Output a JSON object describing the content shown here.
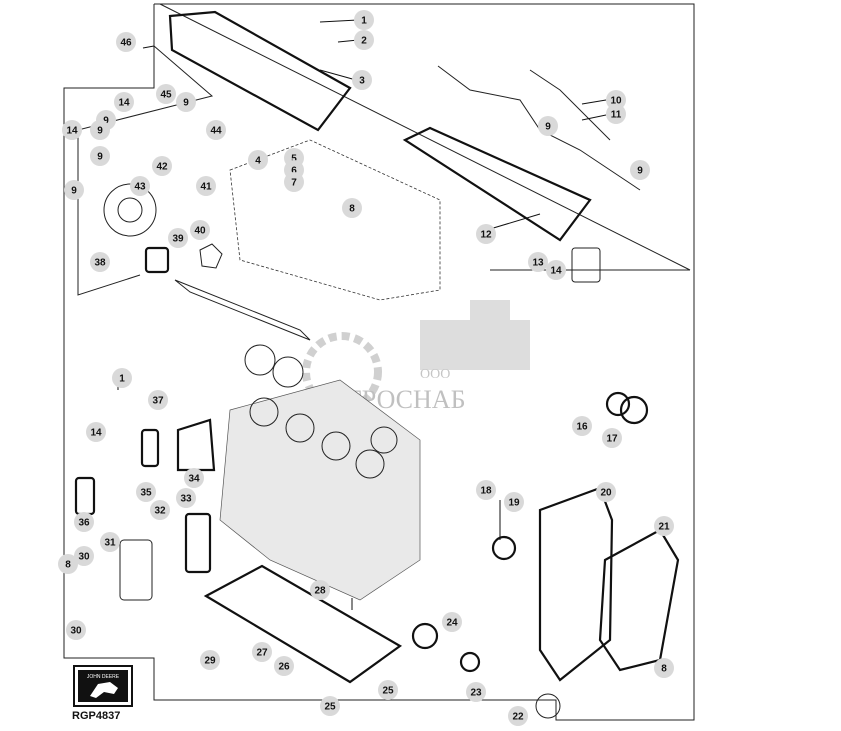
{
  "figure": {
    "reference_code": "RGP4837",
    "brand_logo_text": "JOHN DEERE",
    "watermark": {
      "company_prefix": "ООО",
      "company_name": "АГРОСНАБ"
    }
  },
  "callouts": [
    {
      "num": "1"
    },
    {
      "num": "2"
    },
    {
      "num": "3"
    },
    {
      "num": "4"
    },
    {
      "num": "5"
    },
    {
      "num": "6"
    },
    {
      "num": "7"
    },
    {
      "num": "8"
    },
    {
      "num": "9"
    },
    {
      "num": "10"
    },
    {
      "num": "11"
    },
    {
      "num": "12"
    },
    {
      "num": "13"
    },
    {
      "num": "14"
    },
    {
      "num": "9"
    },
    {
      "num": "14"
    },
    {
      "num": "9"
    },
    {
      "num": "9"
    },
    {
      "num": "9"
    },
    {
      "num": "45"
    },
    {
      "num": "46"
    },
    {
      "num": "44"
    },
    {
      "num": "42"
    },
    {
      "num": "43"
    },
    {
      "num": "41"
    },
    {
      "num": "40"
    },
    {
      "num": "39"
    },
    {
      "num": "38"
    },
    {
      "num": "1"
    },
    {
      "num": "37"
    },
    {
      "num": "14"
    },
    {
      "num": "16"
    },
    {
      "num": "17"
    },
    {
      "num": "34"
    },
    {
      "num": "35"
    },
    {
      "num": "36"
    },
    {
      "num": "33"
    },
    {
      "num": "32"
    },
    {
      "num": "31"
    },
    {
      "num": "30"
    },
    {
      "num": "8"
    },
    {
      "num": "30"
    },
    {
      "num": "18"
    },
    {
      "num": "19"
    },
    {
      "num": "20"
    },
    {
      "num": "21"
    },
    {
      "num": "28"
    },
    {
      "num": "27"
    },
    {
      "num": "29"
    },
    {
      "num": "24"
    },
    {
      "num": "26"
    },
    {
      "num": "25"
    },
    {
      "num": "25"
    },
    {
      "num": "23"
    },
    {
      "num": "22"
    },
    {
      "num": "8"
    },
    {
      "num": "9"
    },
    {
      "num": "14"
    },
    {
      "num": "9"
    }
  ]
}
